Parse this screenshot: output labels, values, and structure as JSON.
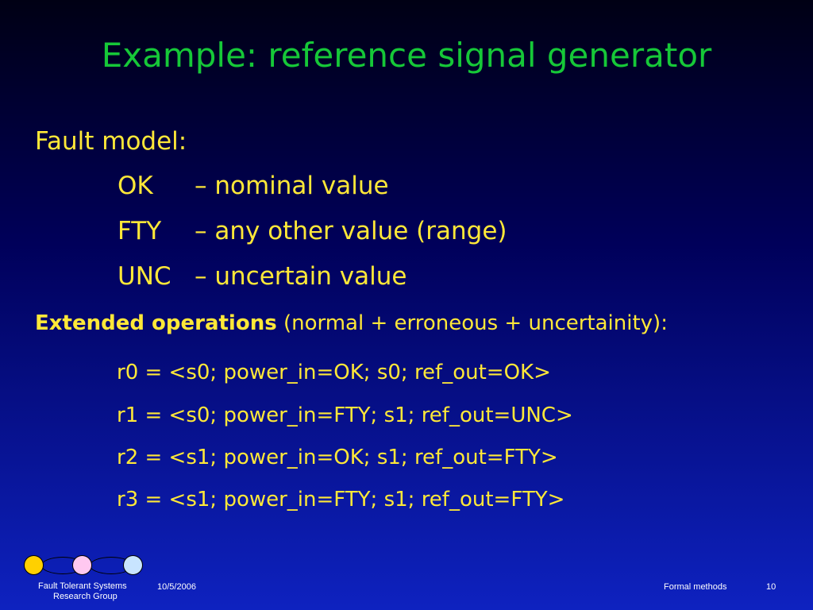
{
  "slide": {
    "title": "Example: reference signal generator",
    "fault_model": {
      "heading": "Fault model:",
      "items": [
        {
          "key": "OK",
          "desc": "– nominal value"
        },
        {
          "key": "FTY",
          "desc": "– any other value (range)"
        },
        {
          "key": "UNC",
          "desc": "– uncertain value"
        }
      ]
    },
    "extended": {
      "bold": "Extended operations",
      "rest": " (normal + erroneous + uncertainity):"
    },
    "operations": [
      "r0 = <s0; power_in=OK; s0; ref_out=OK>",
      "r1 = <s0; power_in=FTY; s1; ref_out=UNC>",
      "r2 = <s1; power_in=OK; s1; ref_out=FTY>",
      "r3 = <s1; power_in=FTY; s1; ref_out=FTY>"
    ]
  },
  "footer": {
    "group_line1": "Fault Tolerant Systems",
    "group_line2": "Research Group",
    "date": "10/5/2006",
    "topic": "Formal methods",
    "page": "10"
  },
  "colors": {
    "title": "#16c838",
    "text": "#ffe838",
    "logo_circles": [
      "#ffd000",
      "#ffc8f0",
      "#c8e4ff"
    ]
  }
}
